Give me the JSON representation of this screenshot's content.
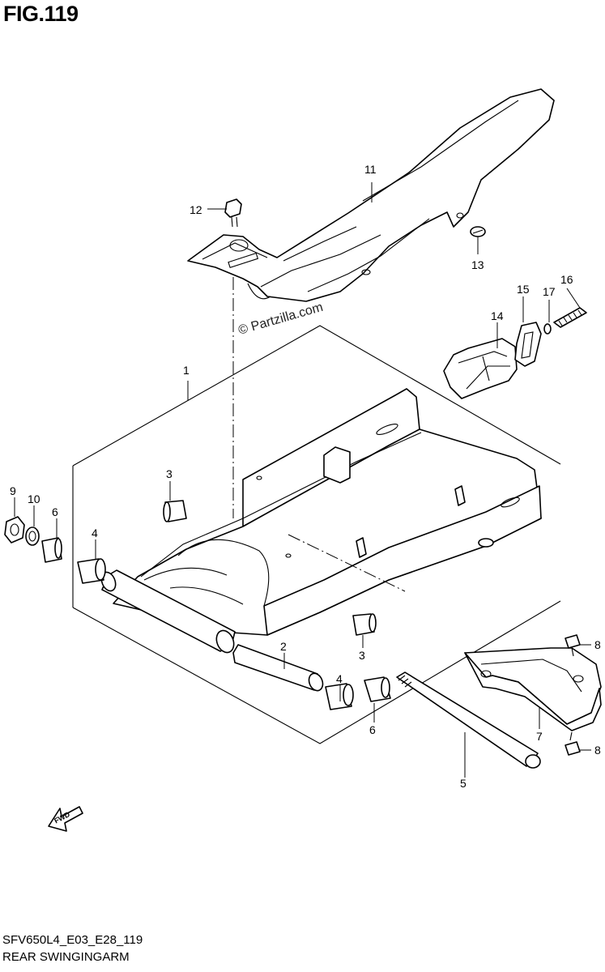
{
  "figure": {
    "title": "FIG.119",
    "diagram_code": "SFV650L4_E03_E28_119",
    "diagram_name": "REAR SWINGINGARM",
    "watermark": "© Partzilla.com",
    "fwd_arrow_text": "FWD"
  },
  "callouts": [
    {
      "id": "callout-1",
      "label": "1"
    },
    {
      "id": "callout-2",
      "label": "2"
    },
    {
      "id": "callout-3a",
      "label": "3"
    },
    {
      "id": "callout-3b",
      "label": "3"
    },
    {
      "id": "callout-4a",
      "label": "4"
    },
    {
      "id": "callout-4b",
      "label": "4"
    },
    {
      "id": "callout-5",
      "label": "5"
    },
    {
      "id": "callout-6a",
      "label": "6"
    },
    {
      "id": "callout-6b",
      "label": "6"
    },
    {
      "id": "callout-7",
      "label": "7"
    },
    {
      "id": "callout-8a",
      "label": "8"
    },
    {
      "id": "callout-8b",
      "label": "8"
    },
    {
      "id": "callout-9",
      "label": "9"
    },
    {
      "id": "callout-10",
      "label": "10"
    },
    {
      "id": "callout-11",
      "label": "11"
    },
    {
      "id": "callout-12",
      "label": "12"
    },
    {
      "id": "callout-13",
      "label": "13"
    },
    {
      "id": "callout-14",
      "label": "14"
    },
    {
      "id": "callout-15",
      "label": "15"
    },
    {
      "id": "callout-16",
      "label": "16"
    },
    {
      "id": "callout-17",
      "label": "17"
    }
  ]
}
